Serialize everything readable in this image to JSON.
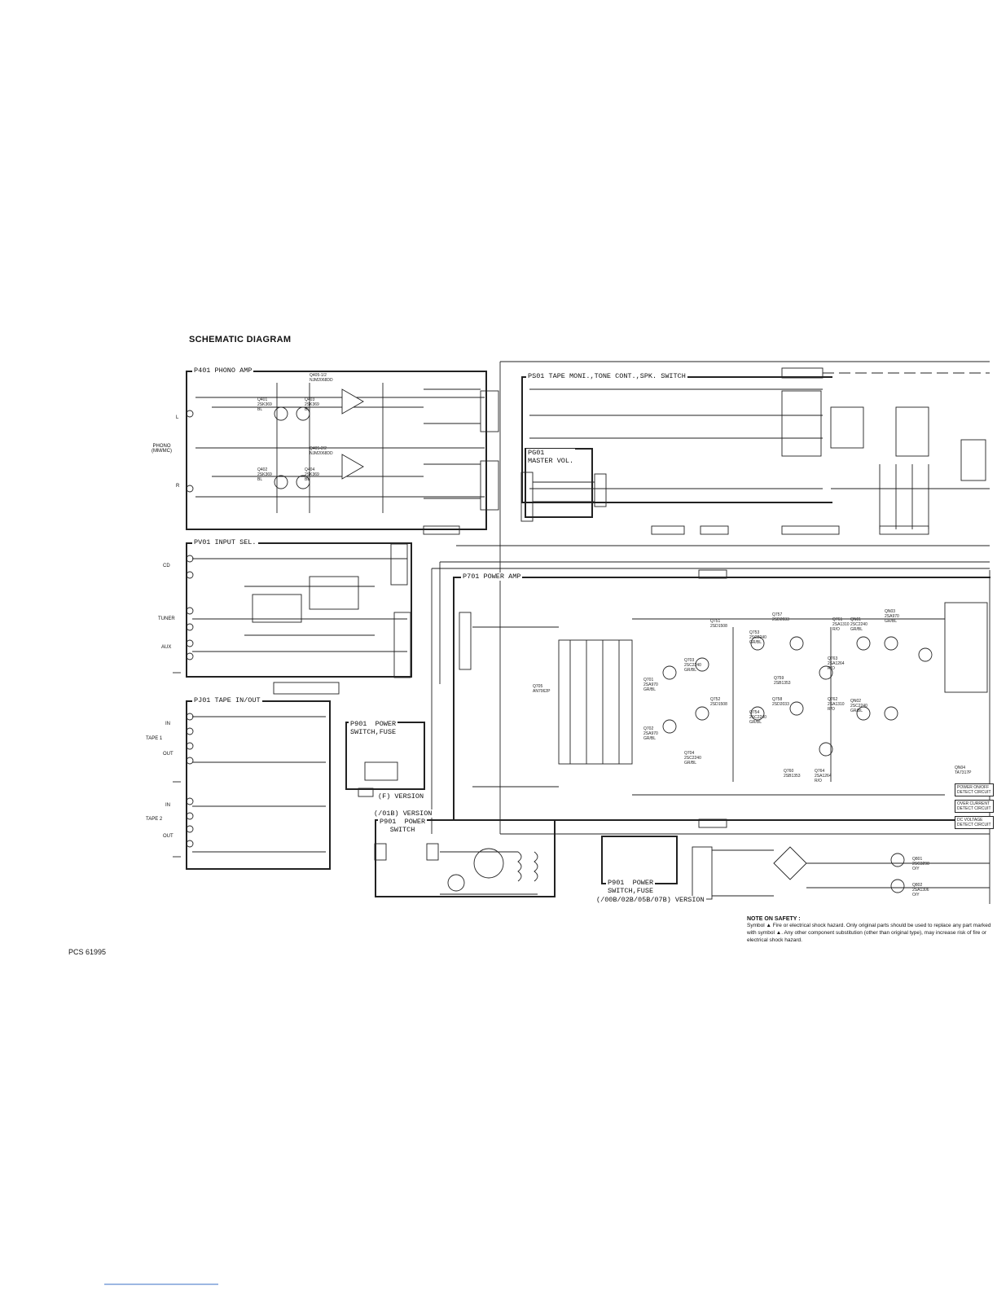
{
  "title": "SCHEMATIC DIAGRAM",
  "doc_code": "PCS 61995",
  "blocks": {
    "phono_amp": "P401  PHONO AMP",
    "input_sel": "PV01  INPUT SEL.",
    "tape_inout": "PJ01  TAPE IN/OUT",
    "tape_moni": "PS01  TAPE MONI.,TONE CONT.,SPK. SWITCH",
    "master_vol": "PG01\nMASTER VOL.",
    "power_amp": "P701  POWER AMP",
    "power_switch_fuse_f": "P901  POWER\nSWITCH,FUSE",
    "power_switch_01b": "P901  POWER\nSWITCH",
    "power_switch_fuse_00b": "P901  POWER\nSWITCH,FUSE"
  },
  "versions": {
    "f": "(F) VERSION",
    "v01b": "(/01B) VERSION",
    "v00b": "(/00B/02B/05B/07B) VERSION"
  },
  "inputs": {
    "phono": "PHONO\n(MM/MC)",
    "cd": "CD",
    "tuner": "TUNER",
    "aux": "AUX",
    "tape1": "TAPE 1",
    "tape2": "TAPE 2",
    "in": "IN",
    "out": "OUT",
    "l": "L",
    "r": "R"
  },
  "components": {
    "q405_1": "Q405-1/2\nNJM2068DD",
    "q405_2": "Q405-2/2\nNJM2068DD",
    "q401": "Q401\n2SK369\nBL",
    "q403": "Q403\n2SK369\nBL",
    "q402": "Q402\n2SK369\nBL",
    "q404": "Q404\n2SK369\nBL",
    "q705": "Q705\nAN7062P",
    "q701": "Q701\n2SA970\nGR/BL",
    "q702": "Q702\n2SA970\nGR/BL",
    "q703": "Q703\n2SC2240\nGR/BL",
    "q704": "Q704\n2SC2240\nGR/BL",
    "q751": "Q751\n2SD1508",
    "q752": "Q752\n2SD1508",
    "q753": "Q753\n2SC2240\nGR/BL",
    "q754": "Q754\n2SC2240\nGR/BL",
    "q757": "Q757\n2SD2033",
    "q758": "Q758\n2SD2033",
    "q759": "Q759\n2SB1353",
    "q760": "Q760\n2SB1353",
    "q761": "Q761\n2SA1310\nR/O",
    "q762": "Q762\n2SA1310\nR/O",
    "q763": "Q763\n2SA1264\nR/O",
    "q764": "Q764\n2SA1264\nR/O",
    "qn01": "QN01\n2SC2240\nGR/BL",
    "qn02": "QN02\n2SC2240\nGR/BL",
    "qn03": "QN03\n2SA970\nGR/BL",
    "qn04": "QN04\nTA7317P",
    "q801": "Q801\n2SC3298\nO/Y",
    "q802": "Q802\n2SA1306\nO/Y"
  },
  "protection": {
    "power_on_off": "POWER ON/OFF\nDETECT CIRCUIT",
    "over_current": "OVER CURRENT\nDETECT CIRCUIT",
    "dc_voltage": "DC VOLTAGE\nDETECT CIRCUIT"
  },
  "safety": {
    "heading": "NOTE ON SAFETY :",
    "text": "Symbol ▲ Fire or electrical shock hazard. Only original parts should be used to replace any part marked with symbol ▲. Any other component substitution (other than original type), may increase risk of fire or electrical shock hazard."
  }
}
